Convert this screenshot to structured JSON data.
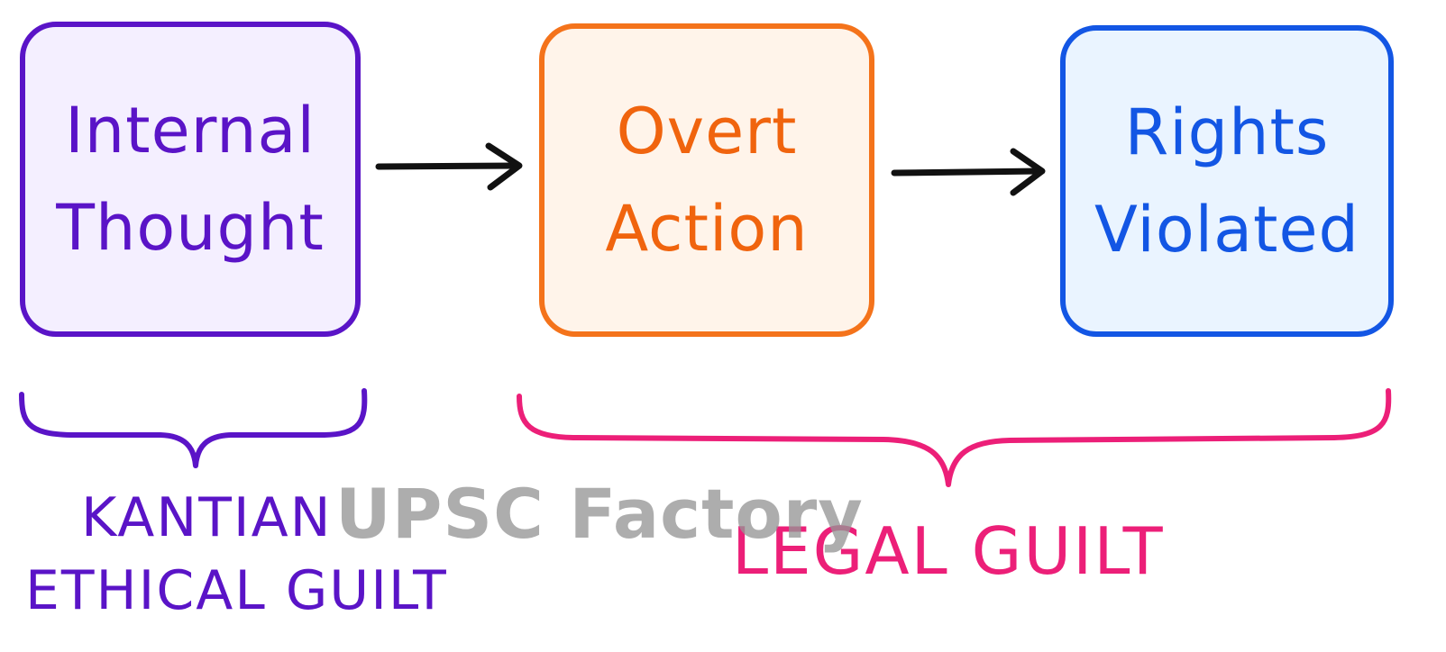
{
  "diagram": {
    "boxes": [
      {
        "line1": "Internal",
        "line2": "Thought",
        "color": "#5a14c7",
        "fill": "#f4efff"
      },
      {
        "line1": "Overt",
        "line2": "Action",
        "color": "#f4731b",
        "fill": "#fff4ea"
      },
      {
        "line1": "Rights",
        "line2": "Violated",
        "color": "#1356e4",
        "fill": "#eaf4ff"
      }
    ],
    "groups": {
      "kantian": {
        "line1": "KANTIAN",
        "line2": "ETHICAL GUILT",
        "color": "#5a14c7"
      },
      "legal": {
        "label": "LEGAL GUILT",
        "color": "#ec1f78"
      }
    },
    "arrow_color": "#111111"
  },
  "watermark": {
    "text": "UPSC Factory"
  }
}
